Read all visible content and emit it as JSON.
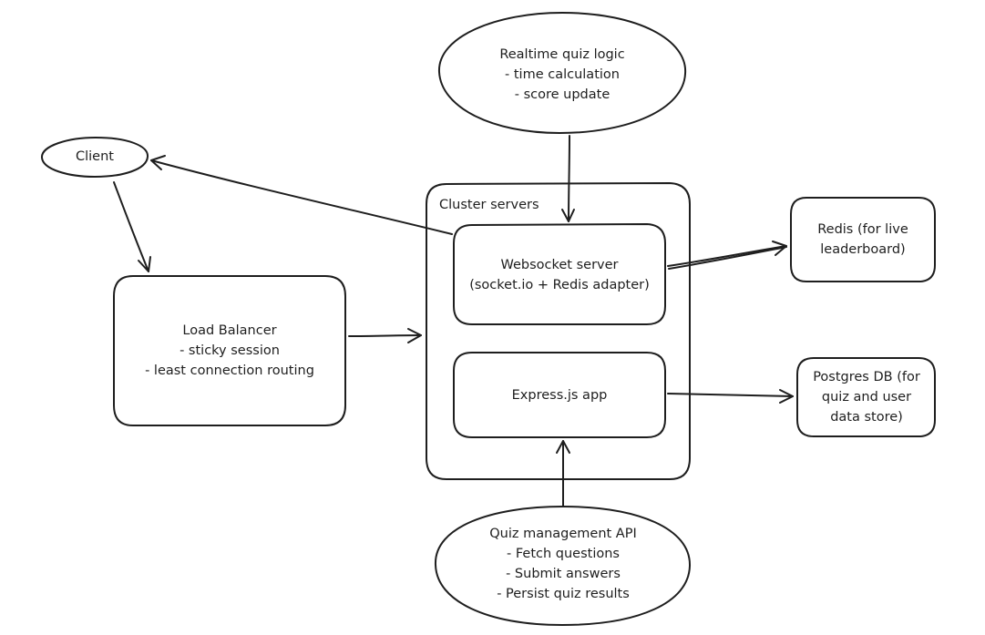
{
  "nodes": {
    "realtime_quiz_logic": {
      "lines": [
        "Realtime quiz logic",
        "- time calculation",
        "- score update"
      ]
    },
    "client": {
      "lines": [
        "Client"
      ]
    },
    "cluster_servers": {
      "lines": [
        "Cluster servers"
      ]
    },
    "websocket_server": {
      "lines": [
        "Websocket server",
        "(socket.io + Redis adapter)"
      ]
    },
    "express_app": {
      "lines": [
        "Express.js app"
      ]
    },
    "load_balancer": {
      "lines": [
        "Load Balancer",
        "- sticky session",
        "- least connection routing"
      ]
    },
    "redis": {
      "lines": [
        "Redis (for live",
        "leaderboard)"
      ]
    },
    "postgres": {
      "lines": [
        "Postgres DB (for",
        "quiz and user",
        "data store)"
      ]
    },
    "quiz_management_api": {
      "lines": [
        "Quiz management API",
        "- Fetch questions",
        "- Submit answers",
        "- Persist quiz results"
      ]
    }
  },
  "edges": [
    {
      "from": "client",
      "to": "load_balancer"
    },
    {
      "from": "load_balancer",
      "to": "cluster_servers"
    },
    {
      "from": "websocket_server",
      "to": "client"
    },
    {
      "from": "realtime_quiz_logic",
      "to": "websocket_server"
    },
    {
      "from": "websocket_server",
      "to": "redis"
    },
    {
      "from": "express_app",
      "to": "postgres"
    },
    {
      "from": "quiz_management_api",
      "to": "express_app"
    }
  ],
  "colors": {
    "stroke": "#1e1e1e",
    "background": "#ffffff"
  }
}
